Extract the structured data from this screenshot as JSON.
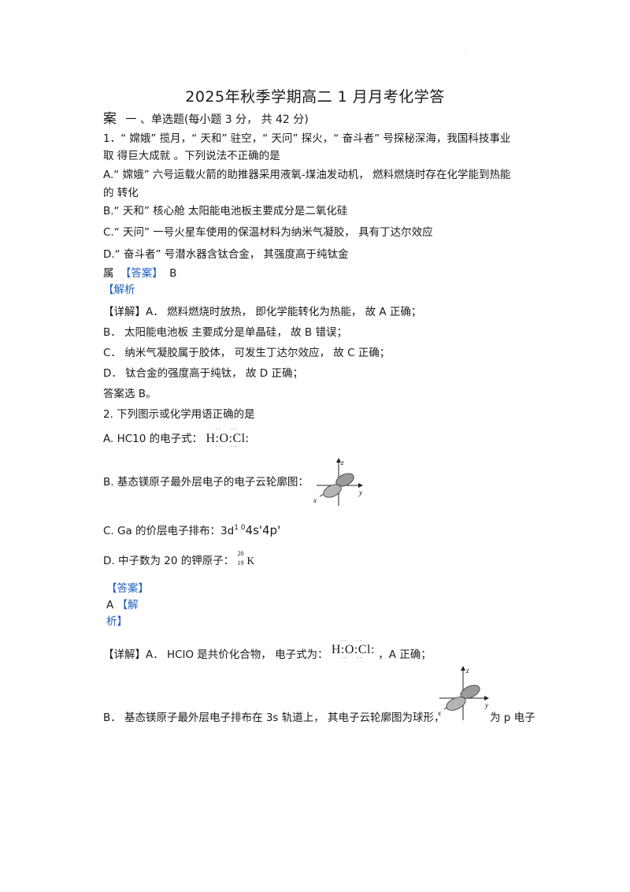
{
  "header_mark": ".",
  "title": "2025年秋季学期高二 1 月月考化学答",
  "section": {
    "prefix": "案",
    "label": "一 、单选题(每小题 3 分， 共 42 分)"
  },
  "q1": {
    "stem_line1": "1．“ 嫦娥” 揽月，“ 天和” 驻空，“ 天问” 探火，“ 奋斗者” 号探秘深海，我国科技事业",
    "stem_line2": "取 得巨大成就 。下列说法不正确的是",
    "option_a_line1": "A.“ 嫦娥” 六号运载火箭的助推器采用液氧-煤油发动机， 燃料燃烧时存在化学能到热能",
    "option_a_line2": "的 转化",
    "option_b": "B.“ 天和” 核心舱   太阳能电池板主要成分是二氧化硅",
    "option_c": "C.“ 天问” 一号火星车使用的保温材料为纳米气凝胶， 具有丁达尔效应",
    "option_d_line1": "D.“ 奋斗者” 号潜水器含钛合金， 其强度高于纯钛金",
    "option_d_line2": "属",
    "answer_label": "【答案】",
    "answer_value": "B",
    "analysis_label": "【解析",
    "detail_a": "【详解】A． 燃料燃烧时放热， 即化学能转化为热能， 故 A 正确；",
    "detail_b": "B． 太阳能电池板   主要成分是单晶硅， 故 B 错误；",
    "detail_c": "C． 纳米气凝胶属于胶体， 可发生丁达尔效应， 故 C 正确；",
    "detail_d": "D． 钛合金的强度高于纯钛， 故 D 正确；",
    "conclusion": "答案选 B。"
  },
  "q2": {
    "stem": "2. 下列图示或化学用语正确的是",
    "option_a_prefix": "A.  HC10 的电子式：",
    "lewis": "H:O:Cl:",
    "option_b_prefix": "B.  基态镁原子最外层电子的电子云轮廓图：",
    "option_c_prefix": "C. Ga 的价层电子排布：3d",
    "option_c_sup": "1 0",
    "option_c_rest": "4s'4p'",
    "option_d_prefix": "D.  中子数为 20 的钾原子：",
    "isotope_mass": "20",
    "isotope_atomic": "19",
    "isotope_symbol": "K",
    "answer_label": "【答案】",
    "answer_value": "A",
    "analysis_part1": "【解",
    "analysis_part2": "析】",
    "detail_a_prefix": "【详解】A． HClO 是共价化合物， 电子式为：",
    "detail_a_suffix": "，A 正确；",
    "detail_b_prefix": "B． 基态镁原子最外层电子排布在 3s 轨道上， 其电子云轮廓图为球形，",
    "detail_b_suffix": "为 p 电子"
  },
  "figure_axes": {
    "z": "z",
    "y": "y",
    "x": "x"
  }
}
